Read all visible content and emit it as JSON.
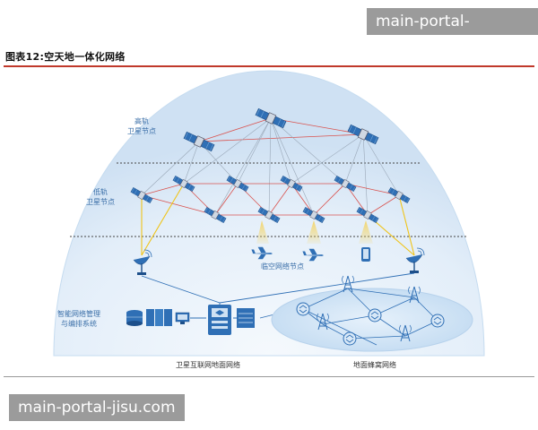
{
  "figure_title": "图表12:空天地一体化网络",
  "watermark_text": "main-portal-jisu.com",
  "labels": {
    "high_orbit": [
      "高轨",
      "卫星节点"
    ],
    "low_orbit": [
      "低轨",
      "卫星节点"
    ],
    "near_space": "临空网络节点",
    "smart_mgmt": [
      "智能网络管理",
      "与编排系统"
    ],
    "ground_net": "卫星互联网地面网络",
    "cellular_net": "地面蜂窝网络"
  },
  "colors": {
    "dome": "#dbe9f7",
    "dome_edge": "#7fb0de",
    "red_link": "#d9534f",
    "gray_link": "#9aa8b8",
    "yellow_link": "#f0c419",
    "satellite_panel": "#2f6fb5",
    "accent_label": "#3b6fa8"
  },
  "icons": [
    "satellite-icon",
    "ground-dish-icon",
    "airplane-icon",
    "phone-icon",
    "server-icon",
    "cell-tower-icon",
    "router-icon"
  ]
}
